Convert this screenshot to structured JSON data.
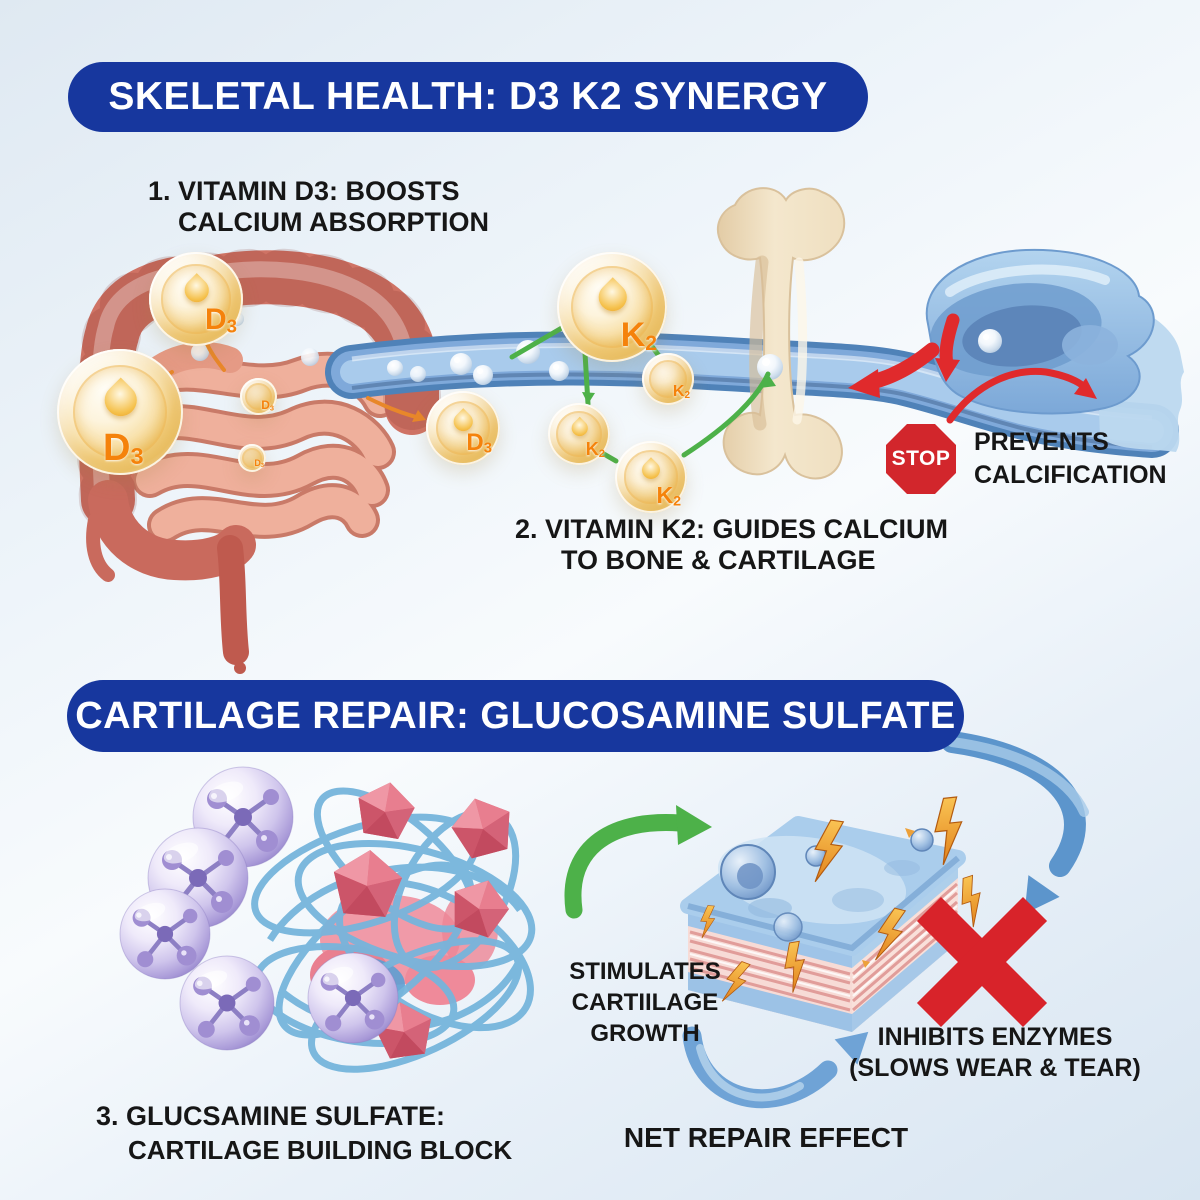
{
  "section1": {
    "banner": "SKELETAL HEALTH: D3 K2 SYNERGY",
    "step1": {
      "line1": "1. VITAMIN D3: BOOSTS",
      "line2": "CALCIUM ABSORPTION"
    },
    "step2": {
      "line1": "2. VITAMIN K2: GUIDES CALCIUM",
      "line2": "TO BONE & CARTILAGE"
    },
    "stop_sign": "STOP",
    "prevents": {
      "line1": "PREVENTS",
      "line2": "CALCIFICATION"
    }
  },
  "bubbles": {
    "d3": {
      "main": "D",
      "sub": "3"
    },
    "k2": {
      "main": "K",
      "sub": "2"
    }
  },
  "section2": {
    "banner": "CARTILAGE REPAIR: GLUCOSAMINE SULFATE",
    "stimulates": {
      "line1": "STIMULATES",
      "line2": "CARTIILAGE",
      "line3": "GROWTH"
    },
    "inhibits": {
      "line1": "INHIBITS ENZYMES",
      "line2": "(SLOWS WEAR & TEAR)"
    },
    "net_effect": "NET REPAIR EFFECT",
    "step3": {
      "line1": "3. GLUCSAMINE SULFATE:",
      "line2": "CARTILAGE BUILDING BLOCK"
    }
  },
  "colors": {
    "banner_blue": "#17379e",
    "stop_red": "#d2262c",
    "arrow_red": "#e02a2c",
    "green": "#4db149",
    "vessel_blue": "#5f8fc6",
    "bone_beige": "#f0e1c4",
    "intestine_red": "#cf7365",
    "molecule_purple": "#a99ad8",
    "polyhedron_pink": "#d95b70",
    "fiber_blue": "#76b5dc",
    "bubble_gold": "#f2cf7e",
    "label_orange": "#f5820b",
    "text_black": "#161616"
  }
}
